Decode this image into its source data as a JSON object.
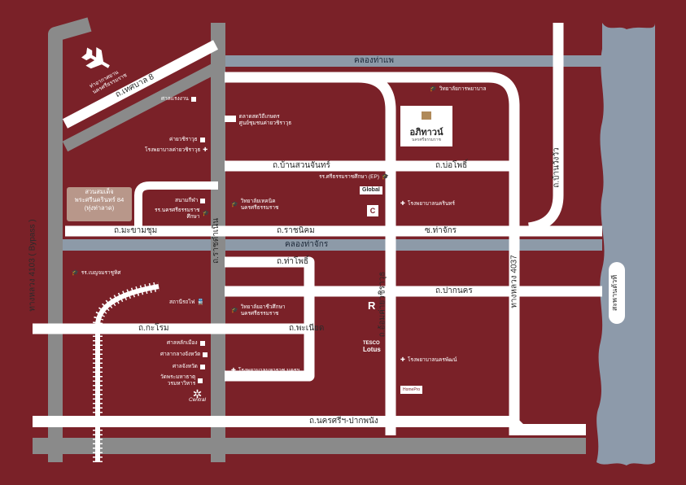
{
  "colors": {
    "background": "#7a2128",
    "road_white": "#ffffff",
    "highway_gray": "#8a8a8a",
    "canal": "#8d9aa8",
    "river": "#8d9aaa",
    "park": "#b8978a"
  },
  "project": {
    "name": "อภิทาวน์",
    "subtitle": "นครศรีธรรมราช"
  },
  "roads": {
    "highway_4103": "ทางหลวง 4103 ( Bypass )",
    "highway_4037": "ทางหลวง 4037",
    "ratchadamnoen": "ถ.ราชดำเนิน",
    "thesaban8": "ถ.เทศบาล 8",
    "ban_suan_chan": "ถ.บ้านสวนจันทร์",
    "bo_pho": "ถ.บ่อโพธิ์",
    "ban_rong_wua": "ถ.บ้านวังวัว",
    "makham_chum": "ถ.มะขามชุม",
    "ratchaniyom": "ถ.ราชนิคม",
    "tha_chak": "ซ.ท่าจักร",
    "tha_pho": "ถ.ท่าโพธิ์",
    "pak_nakhon": "ถ.ปากนคร",
    "kra_rom": "ถ.กะโรม",
    "pha_nian": "ถ.พะเนียด",
    "anupong": "ถ.อ้อมค่ายวชิราวุธ",
    "nakhon_pak_phanang": "ถ.นครศรีฯ-ปากพนัง"
  },
  "canals": {
    "khlong_tha_phae": "คลองท่าแพ",
    "khlong_tha_chak": "คลองท่าจักร"
  },
  "bridge": "สะพานตัวที",
  "park": {
    "line1": "สวนสมเด็จ",
    "line2": "พระศรีนครินทร์ 84",
    "line3": "(ทุ่งท่าลาด)"
  },
  "pois": {
    "airport_line1": "ท่าอากาศยาน",
    "airport_line2": "นครศรีธรรมราช",
    "prison": "ศาลแรงงาน",
    "wachirawut_camp": "ค่ายวชิราวุธ",
    "wachirawut_hospital": "โรงพยาบาลค่ายวชิราวุธ",
    "sanam_kila": "สนามกีฬา",
    "school_nakhon": "รร.นครศรีธรรมราช",
    "school_nakhon2": "ศึกษา",
    "benjama_school": "รร.เบญจมราชูทิศ",
    "station": "สถานีรถไฟ",
    "city_hall": "ศาลหลักเมือง",
    "provincial_court": "ศาลากลางจังหวัด",
    "juvenile_court": "ศาลจังหวัด",
    "arts_office_line1": "วัดพระมหาธาตุ",
    "arts_office_line2": "วรมหาวิหาร",
    "central": "Central",
    "maharaj_hospital": "โรงพยาบาลมหาราช นครฯ",
    "market": "ตลาดสดวิถีเกษตร",
    "market2": "ศูนย์ชุมชนค่ายวชิราวุธ",
    "tech_college": "วิทยาลัยเทคนิค",
    "tech_college2": "นครศรีธรรมราช",
    "vocational": "วิทยาลัยอาชีวศึกษา",
    "vocational2": "นครศรีธรรมราช",
    "global": "Global",
    "sriwichai_school": "รร.ศรีธรรมราชศึกษา (EP)",
    "kanchana_hospital": "โรงพยาบาลนครินทร์",
    "nursing_college": "วิทยาลัยการพยาบาล",
    "rs_hotel": "R",
    "tesco_line1": "TESCO",
    "tesco_line2": "Lotus",
    "pattana_hospital": "โรงพยาบาลนครพัฒน์",
    "homepro": "HomePro"
  }
}
